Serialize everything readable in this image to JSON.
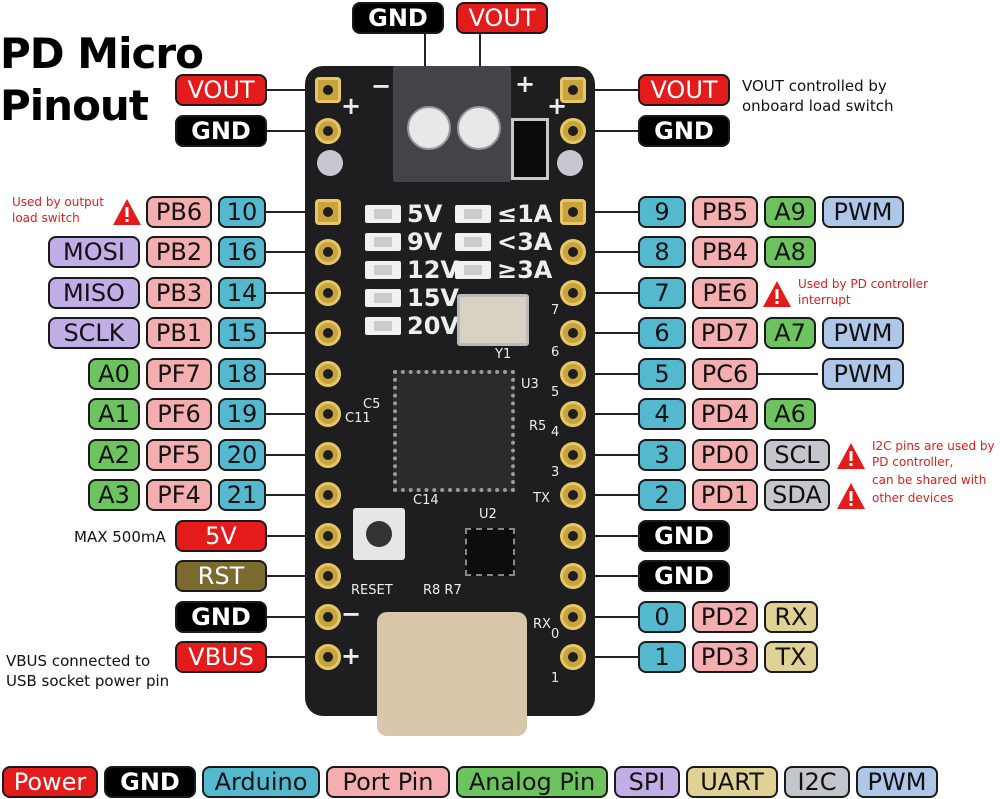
{
  "title": {
    "line1": "PD Micro",
    "line2": "Pinout"
  },
  "top_labels": {
    "gnd": "GND",
    "vout": "VOUT"
  },
  "left_pins": [
    {
      "labels": [
        {
          "text": "VOUT",
          "kind": "power"
        }
      ]
    },
    {
      "labels": [
        {
          "text": "GND",
          "kind": "gnd"
        }
      ]
    },
    {
      "labels": [
        {
          "text": "PB6",
          "kind": "port"
        },
        {
          "text": "10",
          "kind": "arduino"
        }
      ]
    },
    {
      "labels": [
        {
          "text": "MOSI",
          "kind": "spi"
        },
        {
          "text": "PB2",
          "kind": "port"
        },
        {
          "text": "16",
          "kind": "arduino"
        }
      ]
    },
    {
      "labels": [
        {
          "text": "MISO",
          "kind": "spi"
        },
        {
          "text": "PB3",
          "kind": "port"
        },
        {
          "text": "14",
          "kind": "arduino"
        }
      ]
    },
    {
      "labels": [
        {
          "text": "SCLK",
          "kind": "spi"
        },
        {
          "text": "PB1",
          "kind": "port"
        },
        {
          "text": "15",
          "kind": "arduino"
        }
      ]
    },
    {
      "labels": [
        {
          "text": "A0",
          "kind": "analog"
        },
        {
          "text": "PF7",
          "kind": "port"
        },
        {
          "text": "18",
          "kind": "arduino"
        }
      ]
    },
    {
      "labels": [
        {
          "text": "A1",
          "kind": "analog"
        },
        {
          "text": "PF6",
          "kind": "port"
        },
        {
          "text": "19",
          "kind": "arduino"
        }
      ]
    },
    {
      "labels": [
        {
          "text": "A2",
          "kind": "analog"
        },
        {
          "text": "PF5",
          "kind": "port"
        },
        {
          "text": "20",
          "kind": "arduino"
        }
      ]
    },
    {
      "labels": [
        {
          "text": "A3",
          "kind": "analog"
        },
        {
          "text": "PF4",
          "kind": "port"
        },
        {
          "text": "21",
          "kind": "arduino"
        }
      ]
    },
    {
      "labels": [
        {
          "text": "5V",
          "kind": "power"
        }
      ]
    },
    {
      "labels": [
        {
          "text": "RST",
          "kind": "rst"
        }
      ]
    },
    {
      "labels": [
        {
          "text": "GND",
          "kind": "gnd"
        }
      ]
    },
    {
      "labels": [
        {
          "text": "VBUS",
          "kind": "power"
        }
      ]
    }
  ],
  "right_pins": [
    {
      "labels": [
        {
          "text": "VOUT",
          "kind": "power"
        }
      ]
    },
    {
      "labels": [
        {
          "text": "GND",
          "kind": "gnd"
        }
      ]
    },
    {
      "labels": [
        {
          "text": "9",
          "kind": "arduino"
        },
        {
          "text": "PB5",
          "kind": "port"
        },
        {
          "text": "A9",
          "kind": "analog"
        },
        {
          "text": "PWM",
          "kind": "pwm"
        }
      ]
    },
    {
      "labels": [
        {
          "text": "8",
          "kind": "arduino"
        },
        {
          "text": "PB4",
          "kind": "port"
        },
        {
          "text": "A8",
          "kind": "analog"
        }
      ]
    },
    {
      "labels": [
        {
          "text": "7",
          "kind": "arduino"
        },
        {
          "text": "PE6",
          "kind": "port"
        }
      ]
    },
    {
      "labels": [
        {
          "text": "6",
          "kind": "arduino"
        },
        {
          "text": "PD7",
          "kind": "port"
        },
        {
          "text": "A7",
          "kind": "analog"
        },
        {
          "text": "PWM",
          "kind": "pwm"
        }
      ]
    },
    {
      "labels": [
        {
          "text": "5",
          "kind": "arduino"
        },
        {
          "text": "PC6",
          "kind": "port"
        },
        {
          "text": "PWM",
          "kind": "pwm"
        }
      ]
    },
    {
      "labels": [
        {
          "text": "4",
          "kind": "arduino"
        },
        {
          "text": "PD4",
          "kind": "port"
        },
        {
          "text": "A6",
          "kind": "analog"
        }
      ]
    },
    {
      "labels": [
        {
          "text": "3",
          "kind": "arduino"
        },
        {
          "text": "PD0",
          "kind": "port"
        },
        {
          "text": "SCL",
          "kind": "i2c"
        }
      ]
    },
    {
      "labels": [
        {
          "text": "2",
          "kind": "arduino"
        },
        {
          "text": "PD1",
          "kind": "port"
        },
        {
          "text": "SDA",
          "kind": "i2c"
        }
      ]
    },
    {
      "labels": [
        {
          "text": "GND",
          "kind": "gnd"
        }
      ]
    },
    {
      "labels": [
        {
          "text": "GND",
          "kind": "gnd"
        }
      ]
    },
    {
      "labels": [
        {
          "text": "0",
          "kind": "arduino"
        },
        {
          "text": "PD2",
          "kind": "port"
        },
        {
          "text": "RX",
          "kind": "uart"
        }
      ]
    },
    {
      "labels": [
        {
          "text": "1",
          "kind": "arduino"
        },
        {
          "text": "PD3",
          "kind": "port"
        },
        {
          "text": "TX",
          "kind": "uart"
        }
      ]
    }
  ],
  "notes": {
    "vout_l1": "VOUT controlled by",
    "vout_l2": "onboard load switch",
    "max5v": "MAX 500mA",
    "vbus_l1": "VBUS connected to",
    "vbus_l2": "USB socket power pin"
  },
  "warnings": {
    "pb6_l1": "Used by output",
    "pb6_l2": "load switch",
    "pe6_l1": "Used by PD controller",
    "pe6_l2": "interrupt",
    "i2c_l1": "I2C pins are used by",
    "i2c_l2": "PD controller,",
    "i2c_l3": "can be shared with",
    "i2c_l4": "other devices"
  },
  "board": {
    "voltages": [
      "5V",
      "9V",
      "12V",
      "15V",
      "20V"
    ],
    "currents": [
      "≤1A",
      "<3A",
      "≥3A"
    ],
    "plus": "+",
    "minus": "−",
    "y1": "Y1",
    "u3": "U3",
    "u2": "U2",
    "c5": "C5",
    "c11": "C11",
    "c14": "C14",
    "r5": "R5",
    "tx": "TX",
    "rx": "RX",
    "reset": "RESET",
    "r8r7": "R8 R7",
    "right_nums": [
      "7",
      "6",
      "5",
      "4",
      "3"
    ],
    "bottom_nums": [
      "0",
      "1"
    ]
  },
  "legend": [
    {
      "text": "Power",
      "kind": "power"
    },
    {
      "text": "GND",
      "kind": "gnd"
    },
    {
      "text": "Arduino",
      "kind": "arduino"
    },
    {
      "text": "Port Pin",
      "kind": "port"
    },
    {
      "text": "Analog Pin",
      "kind": "analog"
    },
    {
      "text": "SPI",
      "kind": "spi"
    },
    {
      "text": "UART",
      "kind": "uart"
    },
    {
      "text": "I2C",
      "kind": "i2c"
    },
    {
      "text": "PWM",
      "kind": "pwm"
    }
  ],
  "colors": {
    "power": "#e31b1b",
    "gnd": "#000000",
    "arduino": "#54b9cf",
    "port": "#f5aeb0",
    "analog": "#6dc45f",
    "spi": "#c2aee7",
    "uart": "#e0d195",
    "i2c": "#c3c6cc",
    "pwm": "#aec6e8",
    "rst": "#7a6a2d",
    "warning": "#e31b1b",
    "board": "#1e1e20"
  }
}
